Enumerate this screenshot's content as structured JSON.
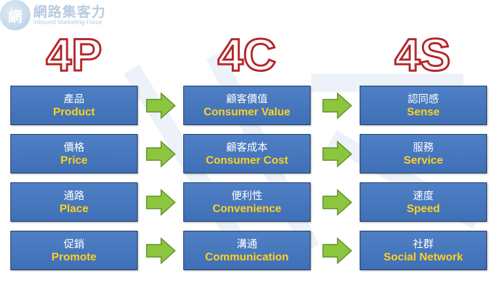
{
  "logo": {
    "badge": "網",
    "title": "網路集客力",
    "subtitle": "Inbound Marketing Force"
  },
  "headings": [
    "4P",
    "4C",
    "4S"
  ],
  "columns": [
    [
      {
        "zh": "產品",
        "en": "Product"
      },
      {
        "zh": "價格",
        "en": "Price"
      },
      {
        "zh": "通路",
        "en": "Place"
      },
      {
        "zh": "促銷",
        "en": "Promote"
      }
    ],
    [
      {
        "zh": "顧客價值",
        "en": "Consumer Value"
      },
      {
        "zh": "顧客成本",
        "en": "Consumer Cost"
      },
      {
        "zh": "便利性",
        "en": "Convenience"
      },
      {
        "zh": "溝通",
        "en": "Communication"
      }
    ],
    [
      {
        "zh": "認同感",
        "en": "Sense"
      },
      {
        "zh": "服務",
        "en": "Service"
      },
      {
        "zh": "速度",
        "en": "Speed"
      },
      {
        "zh": "社群",
        "en": "Social Network"
      }
    ]
  ],
  "colors": {
    "box_fill": "#4a7bc0",
    "english_text": "#ffd21f",
    "chinese_text": "#ffffff",
    "heading_outline": "#b5252a",
    "arrow_fill": "#8cc63f"
  }
}
